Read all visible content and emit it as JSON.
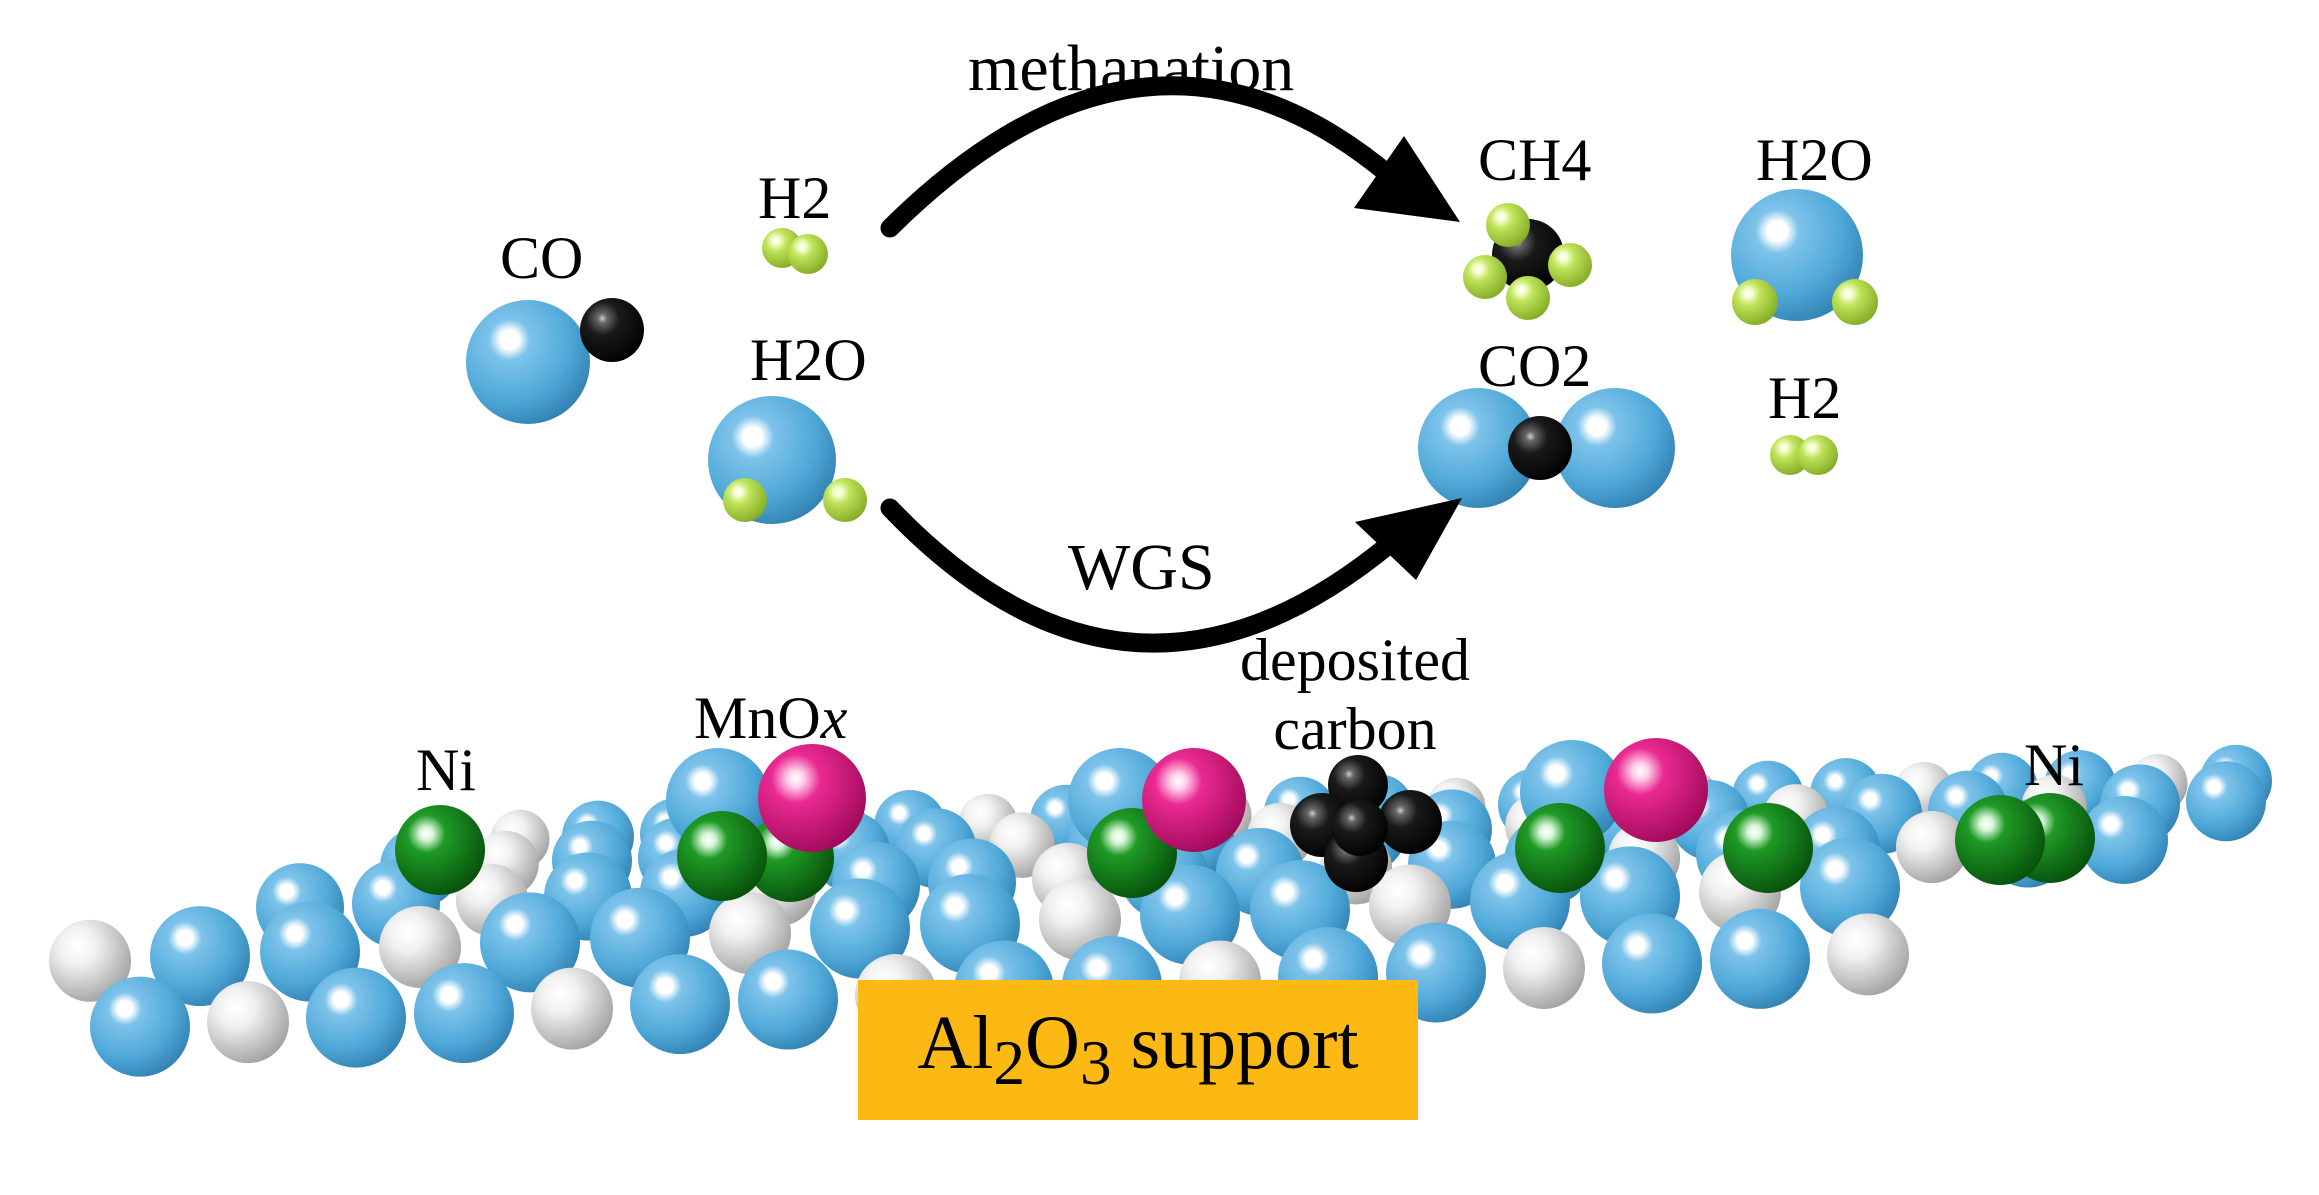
{
  "labels": {
    "methanation": "methanation",
    "wgs": "WGS",
    "co": "CO",
    "h2_left": "H2",
    "h2o_left": "H2O",
    "ch4": "CH4",
    "co2": "CO2",
    "h2o_right": "H2O",
    "h2_right": "H2",
    "deposited_line1": "deposited",
    "deposited_line2": "carbon",
    "ni_left": "Ni",
    "ni_right": "Ni",
    "mnox": "MnOx",
    "support": "Al2O3 support"
  },
  "colors": {
    "oxygen": "#4fa8d8",
    "hydrogen": "#a8d43a",
    "carbon": "#111111",
    "nickel": "#0d7a14",
    "manganese": "#e0117f",
    "aluminum": "#dcdcdc",
    "support_box": "#fcb913"
  }
}
